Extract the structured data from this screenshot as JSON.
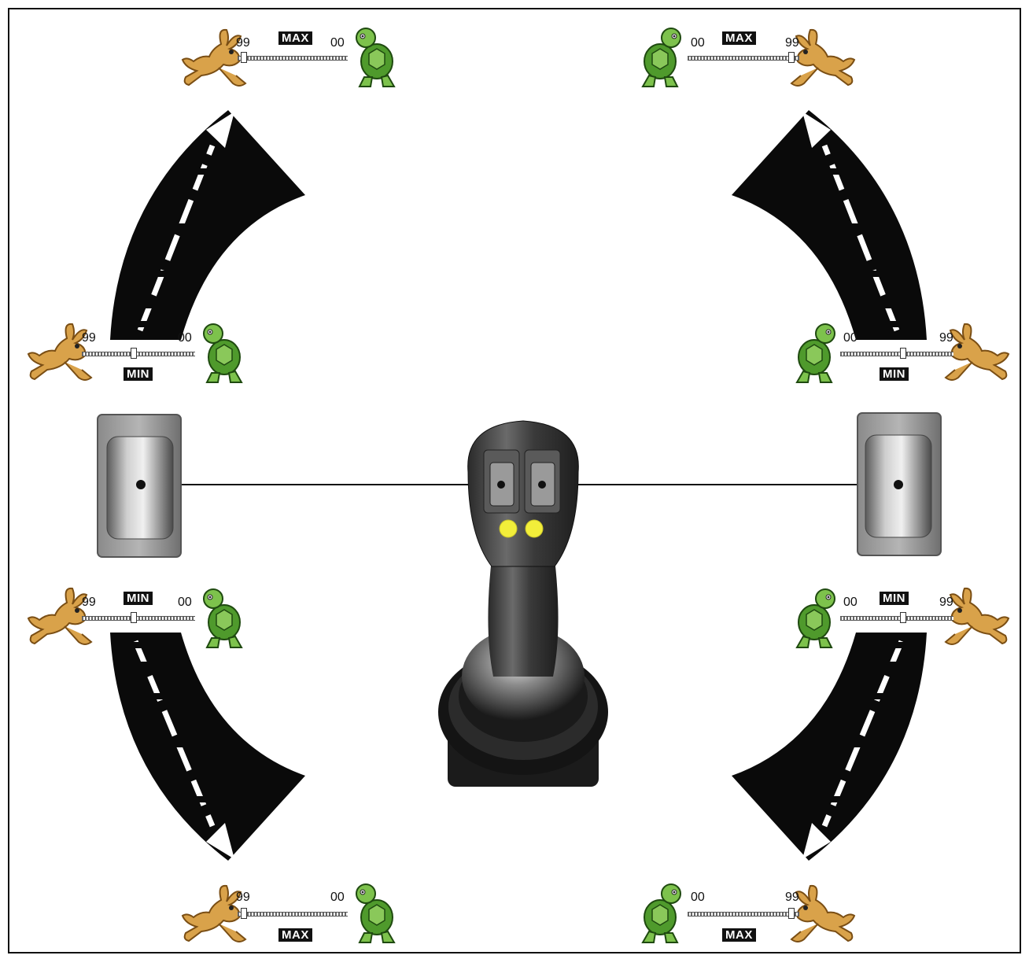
{
  "sliders": {
    "top_left": {
      "left_value": "99",
      "right_value": "00",
      "badge": "MAX"
    },
    "top_right": {
      "left_value": "00",
      "right_value": "99",
      "badge": "MAX"
    },
    "mid_upper_left": {
      "left_value": "99",
      "right_value": "00",
      "badge": "MIN"
    },
    "mid_upper_right": {
      "left_value": "00",
      "right_value": "99",
      "badge": "MIN"
    },
    "mid_lower_left": {
      "left_value": "99",
      "right_value": "00",
      "badge": "MIN"
    },
    "mid_lower_right": {
      "left_value": "00",
      "right_value": "99",
      "badge": "MIN"
    },
    "bottom_left": {
      "left_value": "99",
      "right_value": "00",
      "badge": "MAX"
    },
    "bottom_right": {
      "left_value": "00",
      "right_value": "99",
      "badge": "MAX"
    }
  },
  "icons": {
    "fast": "hare-icon",
    "slow": "turtle-icon"
  },
  "colors": {
    "hare": "#d9a24a",
    "turtle": "#6db33f",
    "road": "#0a0a0a",
    "led": "#f2ee3a"
  }
}
